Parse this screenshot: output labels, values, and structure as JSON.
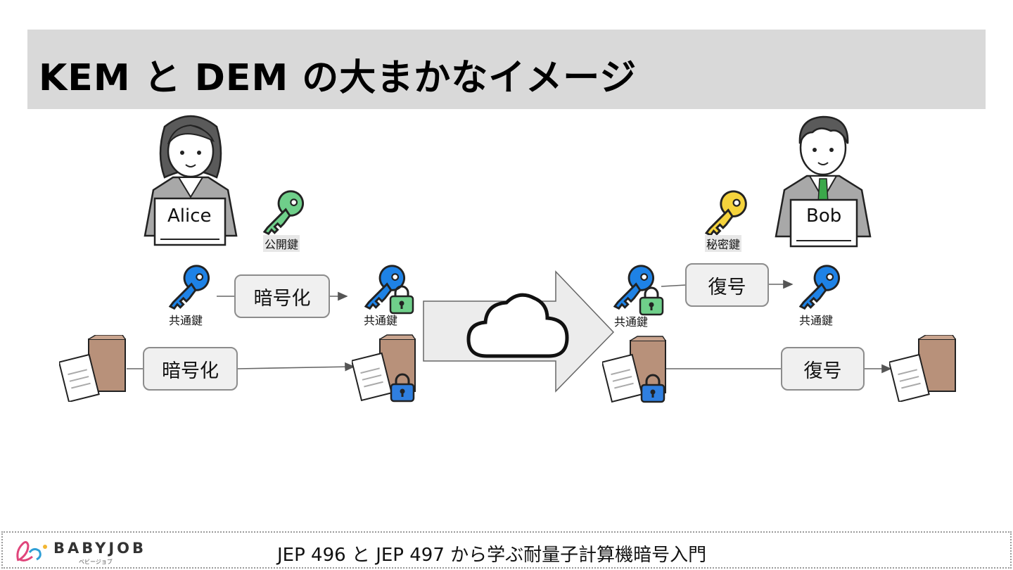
{
  "slide": {
    "title": "KEM と DEM の大まかなイメージ"
  },
  "diagram": {
    "alice_label": "Alice",
    "bob_label": "Bob",
    "public_key_label": "公開鍵",
    "private_key_label": "秘密鍵",
    "shared_key_label": "共通鍵",
    "encrypt_label": "暗号化",
    "decrypt_label": "復号",
    "colors": {
      "shared_key": "#1e82e6",
      "public_key": "#6fcf8a",
      "private_key": "#f5d33c",
      "lock_green": "#6fcf8a",
      "lock_blue": "#2f7fe0",
      "box_brown": "#b8917a"
    }
  },
  "footer": {
    "logo_text": "BABYJOB",
    "logo_sub": "ベビージョブ",
    "talk_title": "JEP 496 と JEP 497 から学ぶ耐量子計算機暗号入門"
  }
}
